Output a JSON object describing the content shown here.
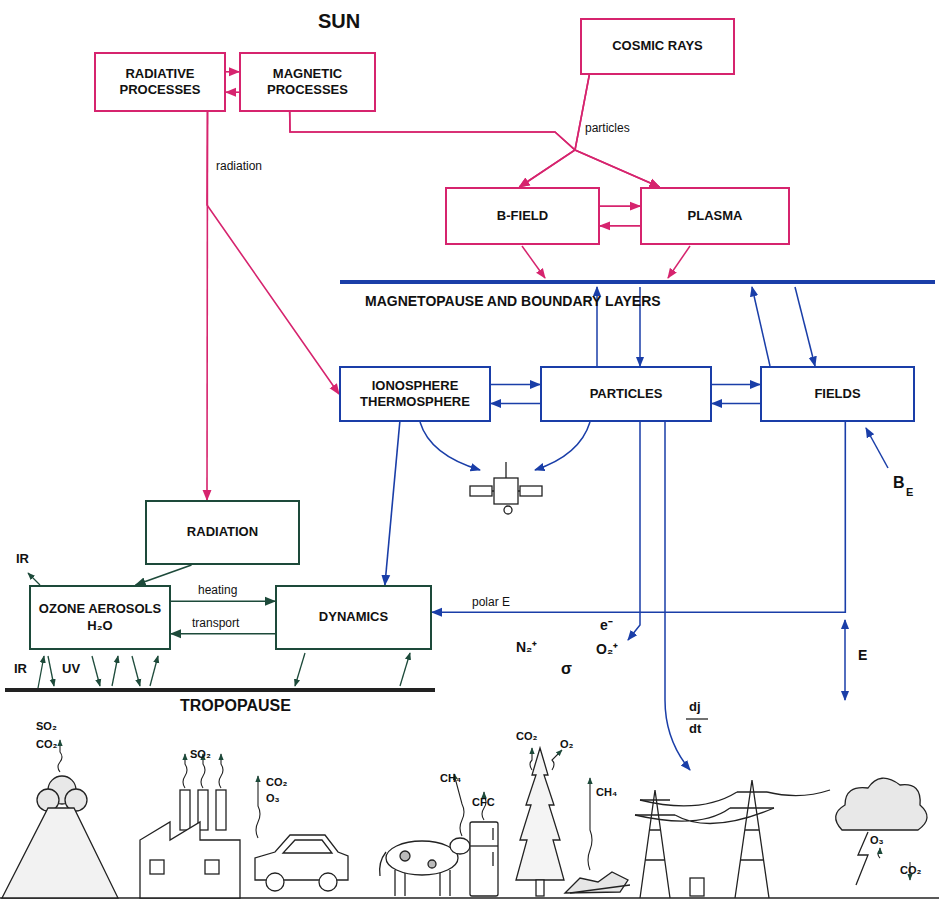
{
  "diagram": {
    "nodes": [
      {
        "text": [
          "RADIATIVE PROCESSES"
        ]
      },
      {
        "text": [
          "MAGNETIC PROCESSES"
        ]
      },
      {
        "text": [
          "COSMIC RAYS"
        ]
      },
      {
        "text": [
          "B-FIELD"
        ]
      },
      {
        "text": [
          "PLASMA"
        ]
      },
      {
        "text": [
          "IONOSPHERE THERMOSPHERE"
        ]
      },
      {
        "text": [
          "PARTICLES"
        ]
      },
      {
        "text": [
          "FIELDS"
        ]
      },
      {
        "text": [
          "RADIATION"
        ]
      },
      {
        "text": [
          "OZONE AEROSOLS H₂O"
        ]
      },
      {
        "text": [
          "DYNAMICS"
        ]
      }
    ],
    "edges": [
      {
        "from": 0,
        "to": 1,
        "arrow": "to"
      },
      {
        "from": 1,
        "to": 0,
        "arrow": "to"
      },
      {
        "from": 0,
        "to": 8,
        "arrow": "to",
        "label": "radiation"
      },
      {
        "from": 0,
        "to": 5,
        "arrow": "to"
      },
      {
        "from": 1,
        "to": 3,
        "arrow": "to"
      },
      {
        "from": 1,
        "to": 4,
        "arrow": "to"
      },
      {
        "from": 2,
        "to": 3,
        "arrow": "to"
      },
      {
        "from": 2,
        "to": 4,
        "arrow": "to"
      },
      {
        "from": 3,
        "to": 4,
        "arrow": "to"
      },
      {
        "from": 4,
        "to": 3,
        "arrow": "to"
      },
      {
        "from": 5,
        "to": 6,
        "arrow": "to"
      },
      {
        "from": 6,
        "to": 5,
        "arrow": "to"
      },
      {
        "from": 6,
        "to": 7,
        "arrow": "to"
      },
      {
        "from": 7,
        "to": 6,
        "arrow": "to"
      },
      {
        "from": 5,
        "to": 10,
        "arrow": "to"
      },
      {
        "from": 8,
        "to": 9,
        "arrow": "to"
      },
      {
        "from": 9,
        "to": 10,
        "arrow": "to",
        "label": "heating"
      },
      {
        "from": 10,
        "to": 9,
        "arrow": "to",
        "label": "transport"
      },
      {
        "from": 7,
        "to": 10,
        "arrow": "to",
        "label": "polar E"
      }
    ],
    "labels": [
      "SUN",
      "particles",
      "MAGNETOPAUSE AND BOUNDARY LAYERS",
      "B",
      "E",
      "IR",
      "IR",
      "UV",
      "TROPOPAUSE",
      "e⁻",
      "N₂⁺",
      "O₂⁺",
      "σ",
      "dj",
      "dt",
      "E",
      "SO₂",
      "CO₂",
      "SO₂",
      "CO₂",
      "O₃",
      "CH₄",
      "CFC",
      "CO₂",
      "O₂",
      "CH₄",
      "O₃",
      "CO₂"
    ]
  }
}
